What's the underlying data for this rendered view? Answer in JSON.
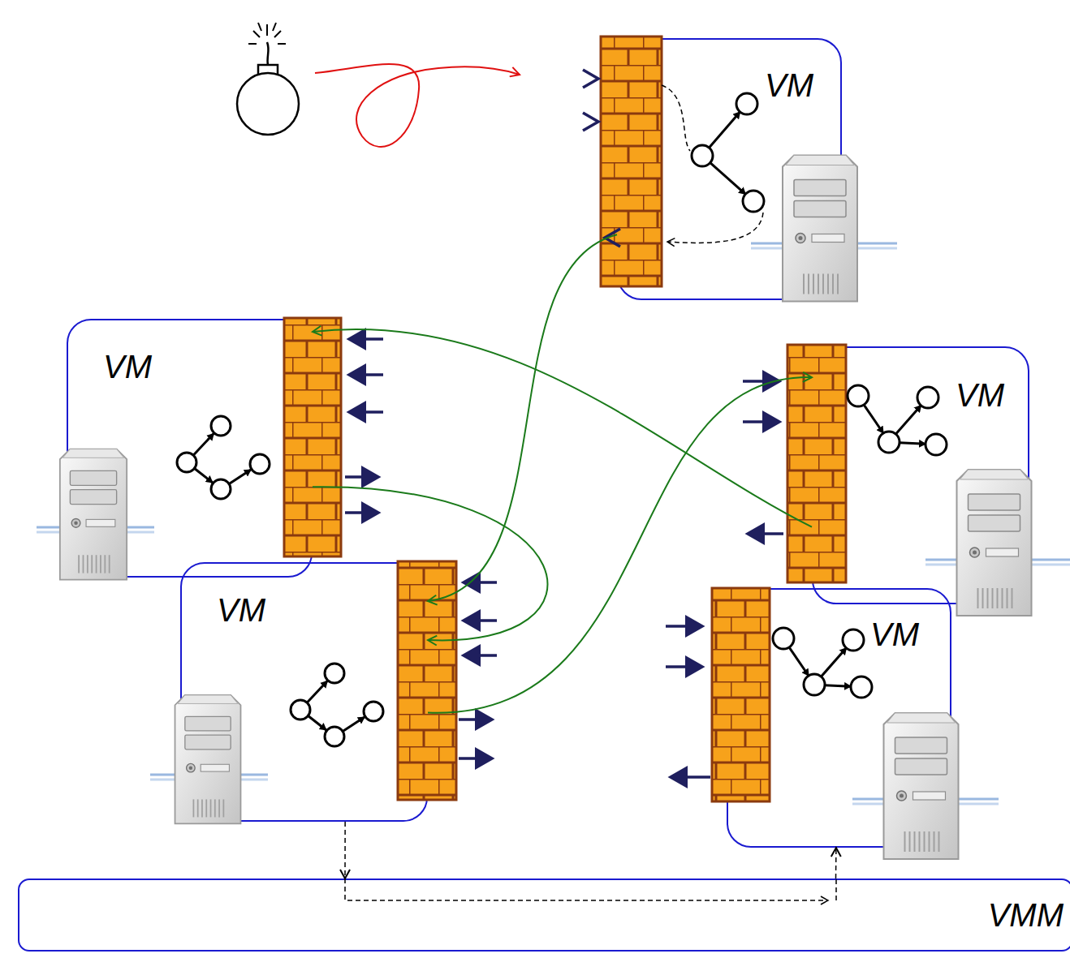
{
  "diagram": {
    "nodes": [
      {
        "text": [
          "VM"
        ]
      },
      {
        "text": [
          "VM"
        ]
      },
      {
        "text": [
          "VM"
        ]
      },
      {
        "text": [
          "VM"
        ]
      },
      {
        "text": [
          "VM"
        ]
      },
      {
        "text": [
          "VMM"
        ]
      }
    ],
    "edges": [
      {
        "from": 0,
        "to": 3,
        "arrow": "to"
      },
      {
        "from": 1,
        "to": 3,
        "arrow": "to"
      },
      {
        "from": 2,
        "to": 1,
        "arrow": "to"
      },
      {
        "from": 3,
        "to": 2,
        "arrow": "to"
      },
      {
        "from": 3,
        "to": 5,
        "arrow": "to"
      },
      {
        "from": 5,
        "to": 4,
        "arrow": "to"
      }
    ]
  }
}
